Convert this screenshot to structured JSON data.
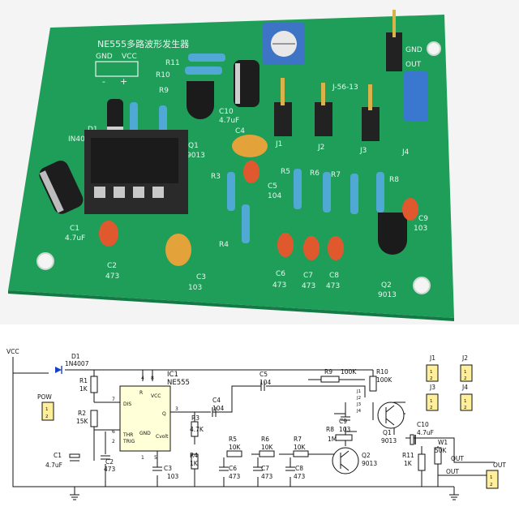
{
  "pcb": {
    "title": "NE555多路波形发生器",
    "gnd": "GND",
    "vcc": "VCC",
    "minus": "-",
    "plus": "+",
    "d1": "D1",
    "d1_part": "IN400",
    "r11": "R11",
    "r10": "R10",
    "r9": "R9",
    "c10": "C10",
    "c10_val": "4.7uF",
    "q1": "Q1",
    "q1_part": "9013",
    "c4": "C4",
    "jlabel": "J-56-13",
    "j1": "J1",
    "j2": "J2",
    "j3": "J3",
    "j4": "J4",
    "gnd_r": "GND",
    "out": "OUT",
    "r3": "R3",
    "c5": "C5",
    "c5_val": "104",
    "r5": "R5",
    "r6": "R6",
    "r7": "R7",
    "r8": "R8",
    "r4": "R4",
    "c9": "C9",
    "c9_val": "103",
    "c1": "C1",
    "c1_val": "4.7uF",
    "c2": "C2",
    "c2_val": "473",
    "c3": "C3",
    "c3_val": "103",
    "c6": "C6",
    "c6_val": "473",
    "c7": "C7",
    "c7_val": "473",
    "c8": "C8",
    "c8_val": "473",
    "q2": "Q2",
    "q2_part": "9013"
  },
  "schematic": {
    "vcc": "VCC",
    "d1": "D1",
    "d1_part": "1N4007",
    "r1": "R1",
    "r1_val": "1K",
    "r2": "R2",
    "r2_val": "15K",
    "pow": "POW",
    "c1": "C1",
    "c1_val": "4.7uF",
    "c2": "C2",
    "c2_val": "473",
    "ic1": "IC1",
    "ic1_part": "NE555",
    "pin_dis": "DIS",
    "pin_r": "R",
    "pin_vcc": "VCC",
    "pin_q": "Q",
    "pin_thr": "THR",
    "pin_trig": "TRIG",
    "pin_gnd": "GND",
    "pin_cvolt": "Cvolt",
    "n7": "7",
    "n4": "4",
    "n8": "8",
    "n3": "3",
    "n6": "6",
    "n2": "2",
    "n1": "1",
    "n5": "5",
    "c3": "C3",
    "c3_val": "103",
    "c4": "C4",
    "c4_val": "104",
    "r3": "R3",
    "r3_val": "4.7K",
    "r4": "R4",
    "r4_val": "1K",
    "c5": "C5",
    "c5_val": "104",
    "r5": "R5",
    "r5_val": "10K",
    "r6": "R6",
    "r6_val": "10K",
    "r7": "R7",
    "r7_val": "10K",
    "c6": "C6",
    "c6_val": "473",
    "c7": "C7",
    "c7_val": "473",
    "c8": "C8",
    "c8_val": "473",
    "r9": "R9",
    "r9_val": "100K",
    "r10": "R10",
    "r10_val": "100K",
    "r8": "R8",
    "r8_val": "1M",
    "c9": "C9",
    "c9_val": "103",
    "j1": "J1",
    "j2": "J2",
    "j3": "J3",
    "j4": "J4",
    "q1": "Q1",
    "q1_part": "9013",
    "q2": "Q2",
    "q2_part": "9013",
    "c10": "C10",
    "c10_val": "4.7uF",
    "w1": "W1",
    "w1_val": "50K",
    "r11": "R11",
    "r11_val": "1K",
    "out1": "OUT",
    "out2": "OUT",
    "out3": "OUT",
    "hdr_1": "1",
    "hdr_2": "2"
  },
  "colors": {
    "pcb_green": "#1f9e5a",
    "pcb_dark": "#13804a",
    "silk": "#e9f5ee",
    "ceramic_cap": "#e0592e",
    "ceramic_yellow": "#e3a23a",
    "resistor_body": "#4fa9d4",
    "ic_body": "#1b1b1b",
    "trimmer_blue": "#3d74c6",
    "jumper_blue": "#3a78d0",
    "header_pin": "#d9b24a",
    "schematic_line": "#111111",
    "header_fill": "#ffef9a"
  }
}
